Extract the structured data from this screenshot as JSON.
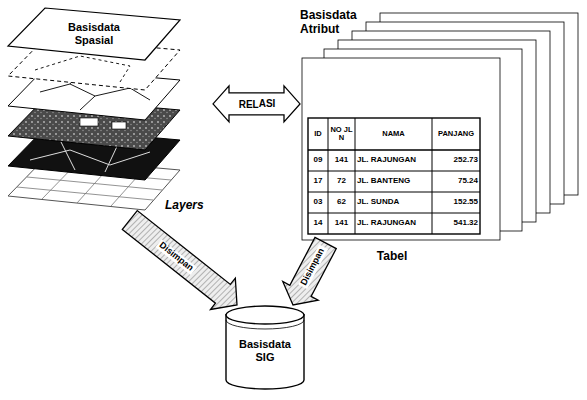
{
  "diagram": {
    "nodes": [
      {
        "text": [
          "Basisdata Spasial",
          "Layers"
        ]
      },
      {
        "text": [
          "Basisdata Atribut"
        ]
      },
      {
        "text": [
          "Basisdata SIG"
        ]
      }
    ],
    "edges": [
      {
        "from": 0,
        "to": 1,
        "label": "RELASI",
        "arrow": "both"
      },
      {
        "from": 0,
        "to": 2,
        "label": "Disimpan",
        "arrow": "to"
      },
      {
        "from": 1,
        "to": 2,
        "label": "Disimpan",
        "arrow": "to"
      }
    ],
    "labels": [
      "ID",
      "NO JLN",
      "NAMA",
      "PANJANG",
      "09",
      "141",
      "JL. RAJUNGAN",
      "252.73",
      "17",
      "72",
      "JL. BANTENG",
      "75.24",
      "03",
      "62",
      "JL. SUNDA",
      "152.55",
      "14",
      "141",
      "JL. RAJUNGAN",
      "541.32",
      "Tabel"
    ]
  }
}
